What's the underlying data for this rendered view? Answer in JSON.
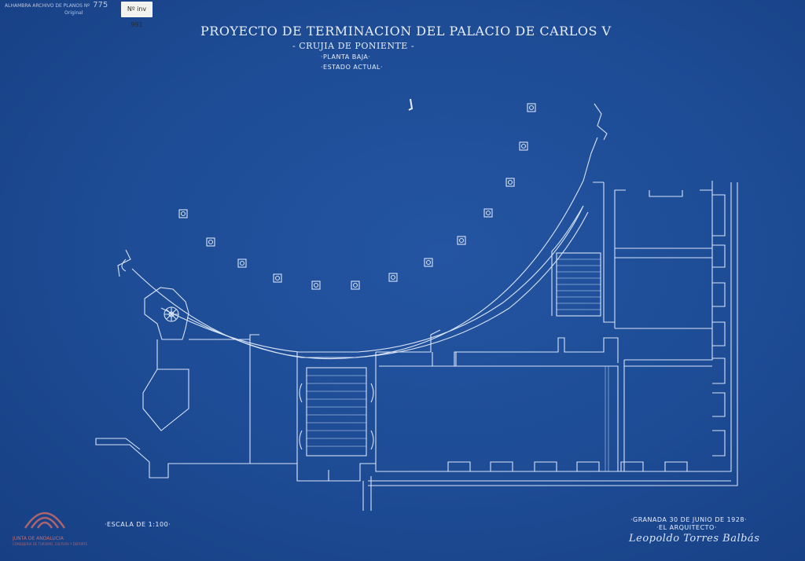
{
  "title": "PROYECTO DE TERMINACION DEL PALACIO DE CARLOS V",
  "subtitle": "- CRUJIA DE PONIENTE -",
  "floor": "·PLANTA BAJA·",
  "state": "·ESTADO ACTUAL·",
  "scale": "·ESCALA DE 1:100·",
  "date_line": "·GRANADA 30 DE JUNIO DE 1928·",
  "architect_line": "·EL ARQUITECTO·",
  "signature": "Leopoldo Torres Balbás",
  "archive_stamp": {
    "line1": "ALHAMBRA ARCHIVO DE PLANOS Nº",
    "number": "775",
    "line2": "Original"
  },
  "tag": "Nº inv 991",
  "logo": {
    "text": "JUNTA DE ANDALUCIA",
    "subtext": "CONSEJERIA DE TURISMO, CULTURA Y DEPORTE"
  },
  "colors": {
    "paper": "#1c4a93",
    "line": "#e8f0ff",
    "logo": "#c86a6a"
  }
}
